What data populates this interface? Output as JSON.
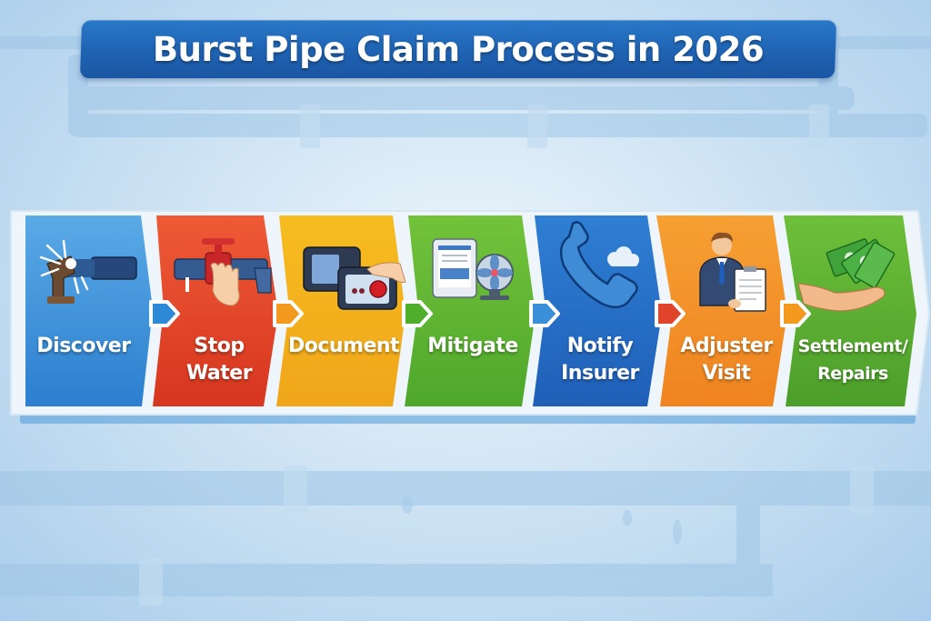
{
  "title": "Burst Pipe Claim Process in 2026",
  "steps": [
    {
      "label_line1": "Discover",
      "label_line2": "",
      "icon": "burst-pipe-icon",
      "color": "#3a8fd8"
    },
    {
      "label_line1": "Stop",
      "label_line2": "Water",
      "icon": "shutoff-valve-hand-icon",
      "color": "#e0452b"
    },
    {
      "label_line1": "Document",
      "label_line2": "",
      "icon": "camera-icon",
      "color": "#f2b21e"
    },
    {
      "label_line1": "Mitigate",
      "label_line2": "",
      "icon": "tablet-fan-icon",
      "color": "#5cb533"
    },
    {
      "label_line1": "Notify",
      "label_line2": "Insurer",
      "icon": "phone-icon",
      "color": "#2770c7"
    },
    {
      "label_line1": "Adjuster",
      "label_line2": "Visit",
      "icon": "adjuster-clipboard-icon",
      "color": "#f08d22"
    },
    {
      "label_line1": "Settlement/",
      "label_line2": "Repairs",
      "icon": "cash-hand-icon",
      "color": "#5aae35"
    }
  ],
  "connector_colors": [
    "#2e8ad6",
    "#f39a1e",
    "#4fae2c",
    "#3b8fd8",
    "#e0452b",
    "#f39a1e"
  ]
}
